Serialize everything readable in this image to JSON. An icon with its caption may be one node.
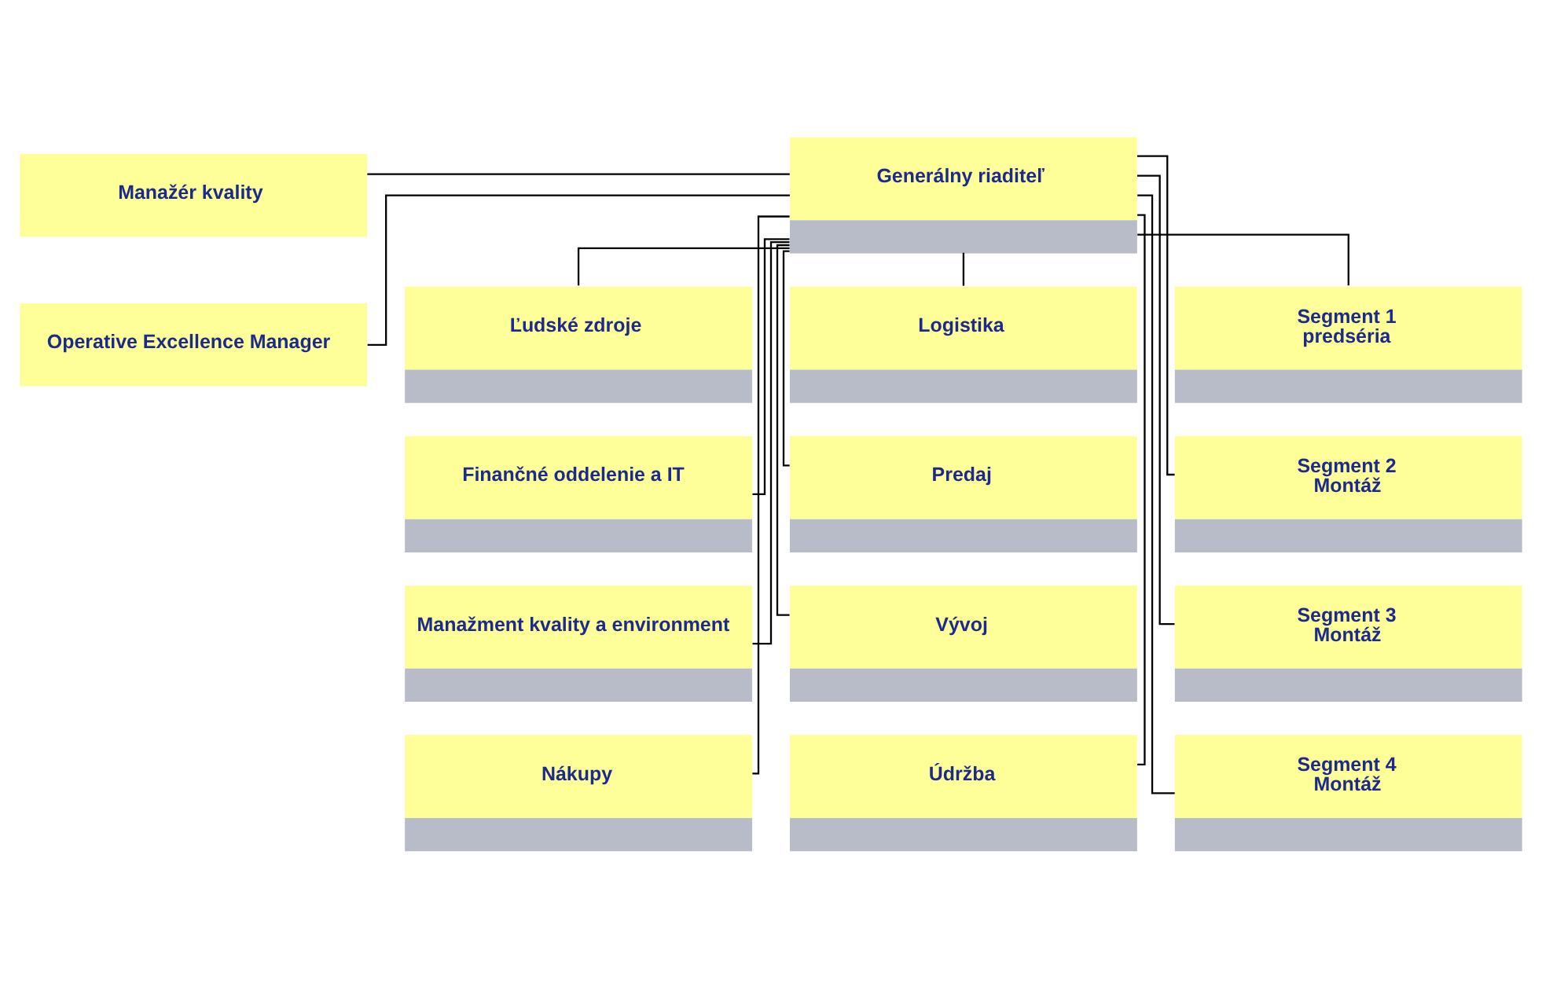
{
  "diagram": {
    "nodes": [
      {
        "text": [
          "Generálny riaditeľ"
        ]
      },
      {
        "text": [
          "Manažér kvality"
        ]
      },
      {
        "text": [
          "Operative Excellence Manager"
        ]
      },
      {
        "text": [
          "Ľudské zdroje"
        ]
      },
      {
        "text": [
          "Finančné oddelenie a IT"
        ]
      },
      {
        "text": [
          "Manažment kvality a environment"
        ]
      },
      {
        "text": [
          "Nákupy"
        ]
      },
      {
        "text": [
          "Logistika"
        ]
      },
      {
        "text": [
          "Predaj"
        ]
      },
      {
        "text": [
          "Vývoj"
        ]
      },
      {
        "text": [
          "Údržba"
        ]
      },
      {
        "text": [
          "Segment 1",
          "predséria"
        ]
      },
      {
        "text": [
          "Segment 2",
          "Montáž"
        ]
      },
      {
        "text": [
          "Segment 3",
          "Montáž"
        ]
      },
      {
        "text": [
          "Segment 4",
          "Montáž"
        ]
      }
    ],
    "edges": [
      {
        "from": 0,
        "to": 1,
        "arrow": "none"
      },
      {
        "from": 0,
        "to": 2,
        "arrow": "none"
      },
      {
        "from": 0,
        "to": 3,
        "arrow": "none"
      },
      {
        "from": 0,
        "to": 4,
        "arrow": "none"
      },
      {
        "from": 0,
        "to": 5,
        "arrow": "none"
      },
      {
        "from": 0,
        "to": 6,
        "arrow": "none"
      },
      {
        "from": 0,
        "to": 7,
        "arrow": "none"
      },
      {
        "from": 0,
        "to": 8,
        "arrow": "none"
      },
      {
        "from": 0,
        "to": 9,
        "arrow": "none"
      },
      {
        "from": 0,
        "to": 10,
        "arrow": "none"
      },
      {
        "from": 0,
        "to": 11,
        "arrow": "none"
      },
      {
        "from": 0,
        "to": 12,
        "arrow": "none"
      },
      {
        "from": 0,
        "to": 13,
        "arrow": "none"
      },
      {
        "from": 0,
        "to": 14,
        "arrow": "none"
      }
    ]
  }
}
